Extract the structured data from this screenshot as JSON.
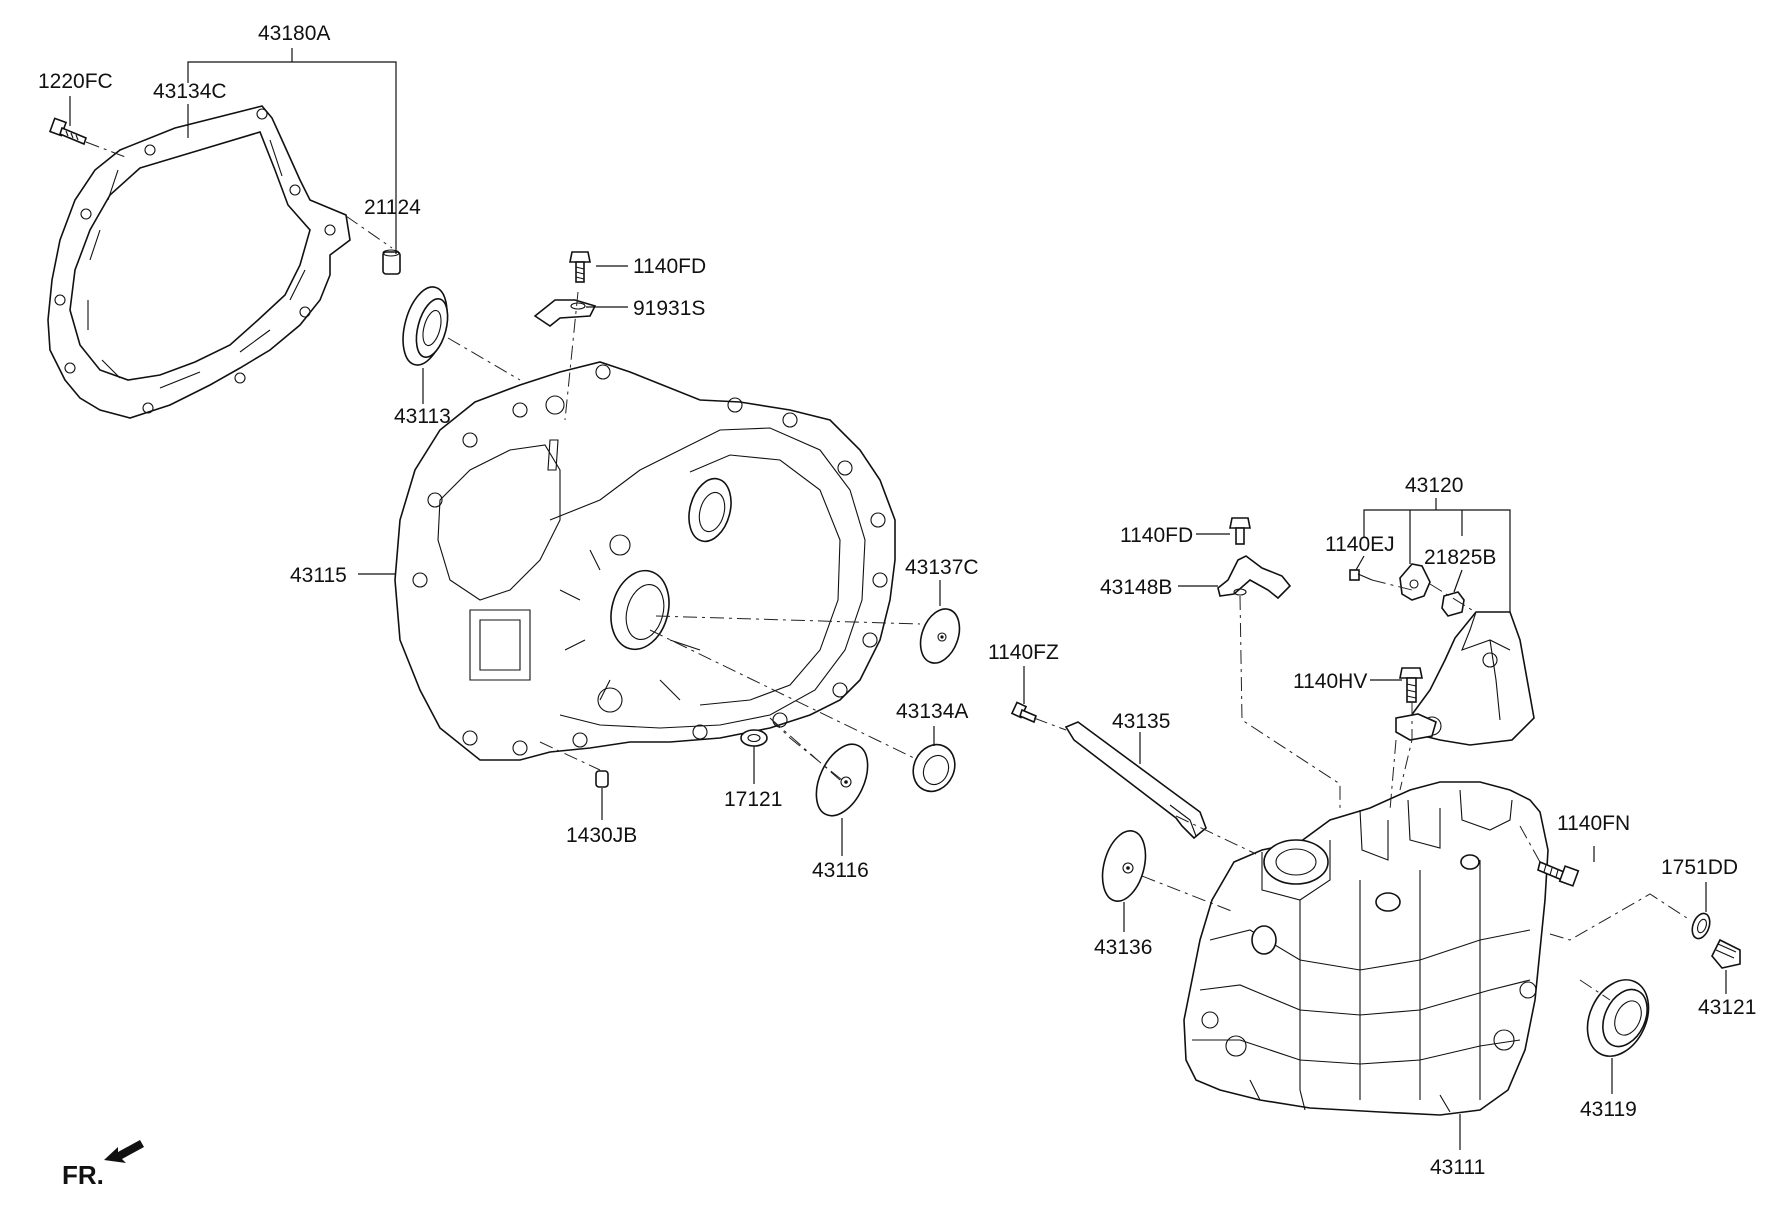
{
  "diagram": {
    "labels": {
      "p43180A": "43180A",
      "p1220FC": "1220FC",
      "p43134C": "43134C",
      "p21124": "21124",
      "p43113": "43113",
      "p1140FD_a": "1140FD",
      "p91931S": "91931S",
      "p43115": "43115",
      "p43137C": "43137C",
      "p43134A": "43134A",
      "p17121": "17121",
      "p1430JB": "1430JB",
      "p43116": "43116",
      "p1140FZ": "1140FZ",
      "p43135": "43135",
      "p43136": "43136",
      "p1140FD_b": "1140FD",
      "p43148B": "43148B",
      "p43120": "43120",
      "p1140EJ": "1140EJ",
      "p21825B": "21825B",
      "p1140HV": "1140HV",
      "p1140FN": "1140FN",
      "p1751DD": "1751DD",
      "p43121": "43121",
      "p43119": "43119",
      "p43111": "43111"
    },
    "direction_marker": "FR."
  }
}
